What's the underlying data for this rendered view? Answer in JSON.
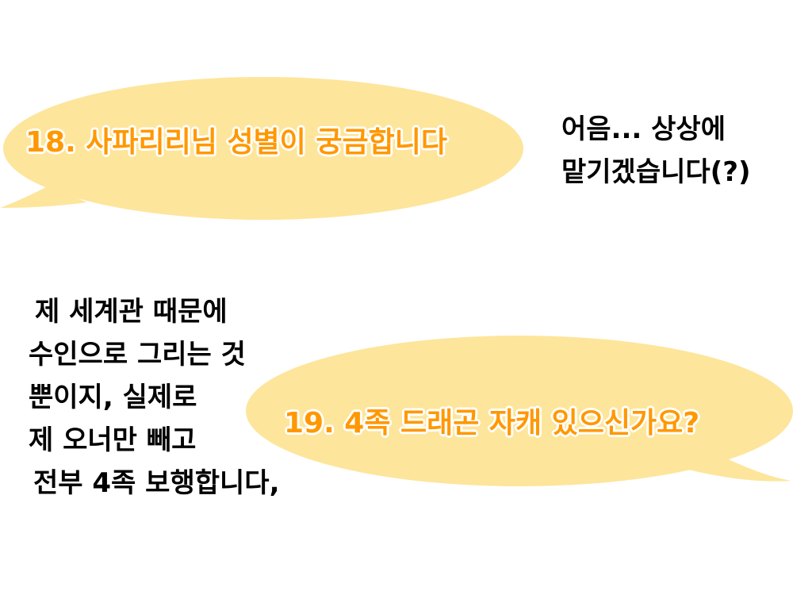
{
  "colors": {
    "bubble": "#fde59b",
    "question_text": "#ff9800",
    "answer_text": "#000000"
  },
  "q18": {
    "text": "18. 사파리리님 성별이 궁금합니다"
  },
  "a18": {
    "lines": [
      "어음... 상상에",
      "맡기겠습니다(?)"
    ]
  },
  "a19": {
    "lines": [
      "제 세계관 때문에",
      "수인으로 그리는 것",
      "뿐이지, 실제로",
      "제 오너만 빼고",
      "전부 4족 보행합니다,"
    ]
  },
  "q19": {
    "text": "19. 4족 드래곤 자캐 있으신가요?"
  }
}
